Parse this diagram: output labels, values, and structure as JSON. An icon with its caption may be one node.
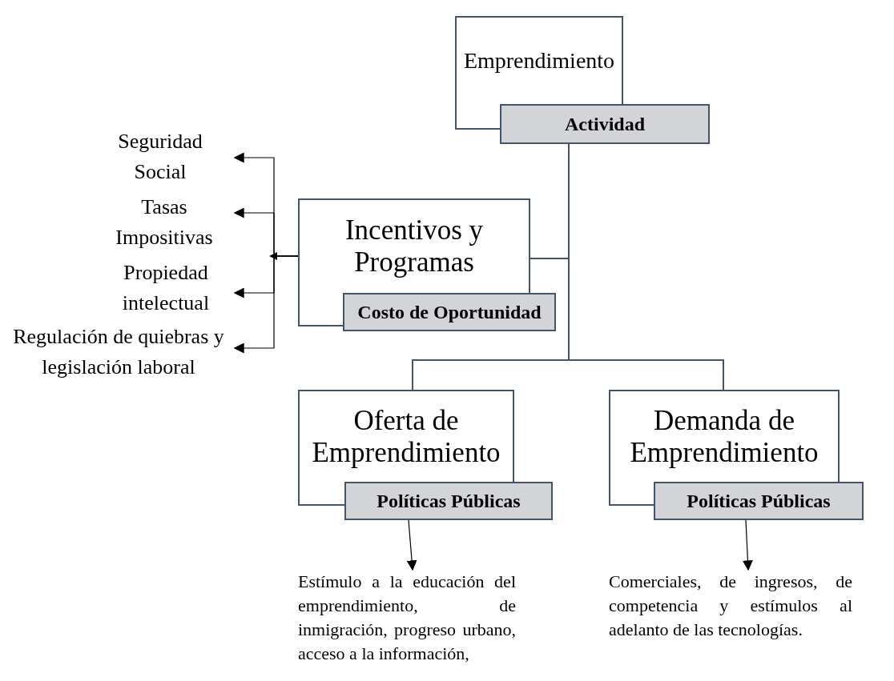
{
  "diagram": {
    "nodes": [
      {
        "text": [
          "Emprendimiento"
        ]
      },
      {
        "text": [
          "Actividad"
        ]
      },
      {
        "text": [
          "Incentivos y Programas"
        ]
      },
      {
        "text": [
          "Costo de Oportunidad"
        ]
      },
      {
        "text": [
          "Oferta de Emprendimiento"
        ]
      },
      {
        "text": [
          "Políticas Públicas"
        ]
      },
      {
        "text": [
          "Demanda de Emprendimiento"
        ]
      },
      {
        "text": [
          "Políticas Públicas"
        ]
      },
      {
        "text": [
          "Seguridad Social"
        ]
      },
      {
        "text": [
          "Tasas Impositivas"
        ]
      },
      {
        "text": [
          "Propiedad intelectual"
        ]
      },
      {
        "text": [
          "Regulación de quiebras y legislación laboral"
        ]
      },
      {
        "text": [
          "Estímulo a la educación del emprendimiento, de inmigración, progreso urbano, acceso a la información,"
        ]
      },
      {
        "text": [
          "Comerciales, de ingresos, de competencia y estímulos al adelanto de las tecnologías."
        ]
      }
    ],
    "edges": [
      {
        "from": 1,
        "to": 2,
        "arrow": "none",
        "color": "#44546a"
      },
      {
        "from": 1,
        "to": 4,
        "arrow": "none",
        "color": "#44546a"
      },
      {
        "from": 1,
        "to": 6,
        "arrow": "none",
        "color": "#44546a"
      },
      {
        "from": 2,
        "to": 8,
        "arrow": "to"
      },
      {
        "from": 2,
        "to": 9,
        "arrow": "to"
      },
      {
        "from": 2,
        "to": 10,
        "arrow": "to"
      },
      {
        "from": 2,
        "to": 11,
        "arrow": "to"
      },
      {
        "from": 5,
        "to": 12,
        "arrow": "to"
      },
      {
        "from": 7,
        "to": 13,
        "arrow": "to"
      }
    ]
  }
}
